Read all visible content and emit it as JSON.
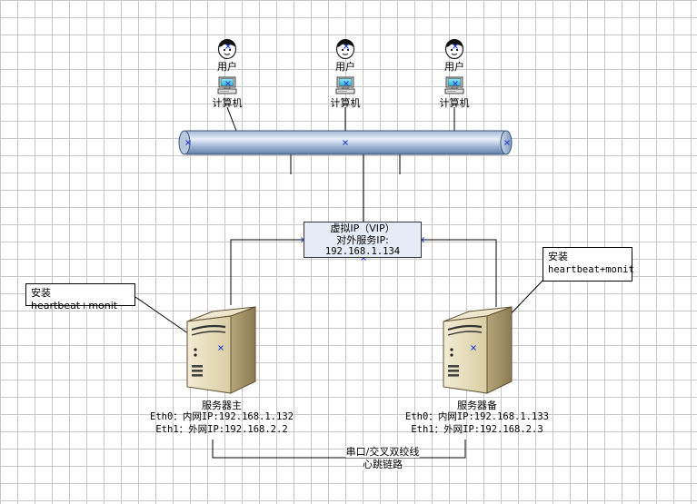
{
  "users": [
    {
      "user_label": "用户",
      "computer_label": "计算机"
    },
    {
      "user_label": "用户",
      "computer_label": "计算机"
    },
    {
      "user_label": "用户",
      "computer_label": "计算机"
    }
  ],
  "vip_box": {
    "line1": "虚拟IP（VIP）",
    "line2": "对外服务IP:",
    "line3": "192.168.1.134"
  },
  "callouts": {
    "left": "安装heartbeat+monit",
    "right_line1": "安装",
    "right_line2": "heartbeat+monit"
  },
  "servers": {
    "master": {
      "name": "服务器主",
      "eth0": "Eth0：内网IP:192.168.1.132",
      "eth1": "Eth1：外网IP:192.168.2.2"
    },
    "backup": {
      "name": "服务器备",
      "eth0": "Eth0：内网IP:192.168.1.133",
      "eth1": "Eth1：外网IP:192.168.2.3"
    }
  },
  "heartbeat": {
    "line1": "串口/交叉双绞线",
    "line2": "心跳链路"
  },
  "colors": {
    "bus_light": "#dbe6f3",
    "bus_dark": "#5f7fa8",
    "vip_fill": "#e6ecf7",
    "server_light": "#efe6c8",
    "server_dark": "#8c7a52",
    "marker": "#2a3fd0"
  }
}
